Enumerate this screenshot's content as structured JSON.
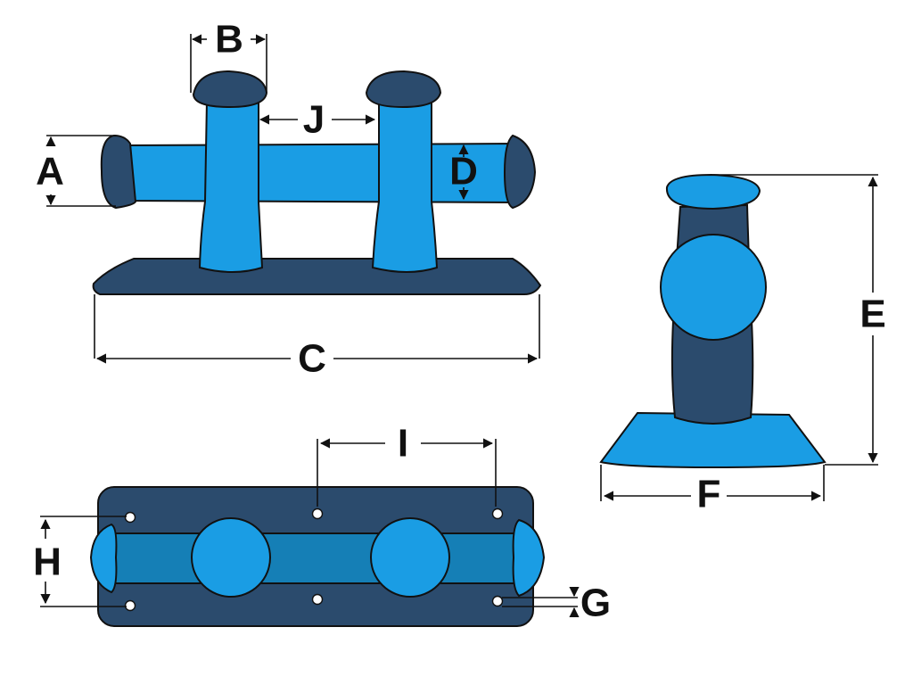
{
  "colors": {
    "dark": "#2b4b6d",
    "light": "#1a9de4",
    "medium": "#157fb6",
    "outline": "#111111",
    "hole": "#ffffff"
  },
  "labels": {
    "A": "A",
    "B": "B",
    "C": "C",
    "D": "D",
    "E": "E",
    "F": "F",
    "G": "G",
    "H": "H",
    "I": "I",
    "J": "J"
  }
}
